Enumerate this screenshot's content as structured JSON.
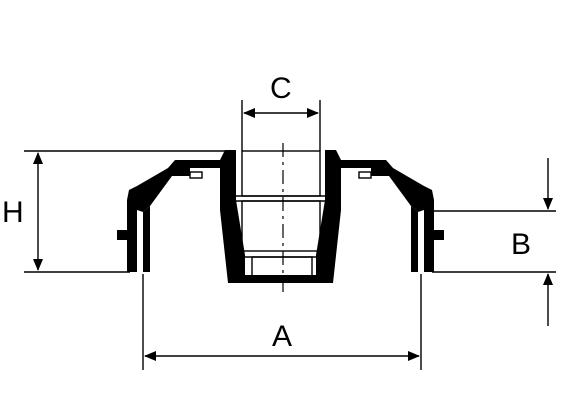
{
  "diagram": {
    "labels": {
      "a": "A",
      "b": "B",
      "c": "C",
      "h": "H"
    },
    "colors": {
      "line": "#000000",
      "background": "#ffffff"
    }
  }
}
